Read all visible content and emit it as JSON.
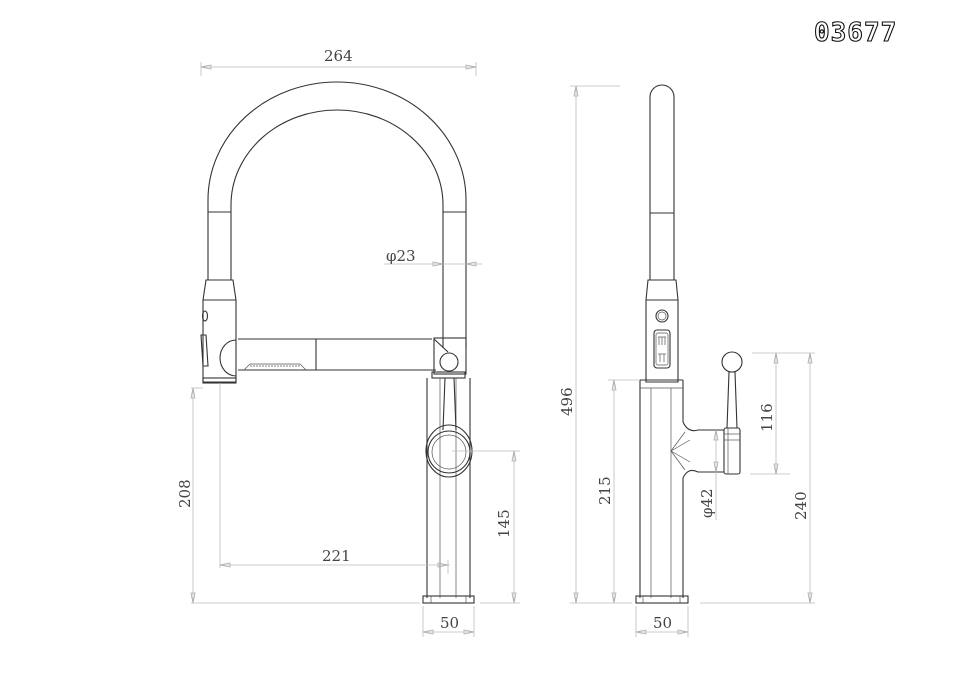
{
  "drawing": {
    "model_code": "03677",
    "subject": "Pull-down kitchen faucet technical drawing",
    "views": [
      "front-view",
      "side-view"
    ]
  },
  "front_view": {
    "dimensions": {
      "overall_width": "264",
      "hose_diameter": "φ23",
      "spout_height": "208",
      "reach": "221",
      "handle_height": "145",
      "base_width": "50"
    }
  },
  "side_view": {
    "dimensions": {
      "overall_height": "496",
      "body_height": "215",
      "handle_travel": "116",
      "handle_top_height": "240",
      "handle_diameter": "φ42",
      "base_width": "50"
    }
  },
  "colors": {
    "line": "#333333",
    "dimension_line": "#bdbdbd",
    "text": "#444444",
    "background": "#ffffff"
  }
}
